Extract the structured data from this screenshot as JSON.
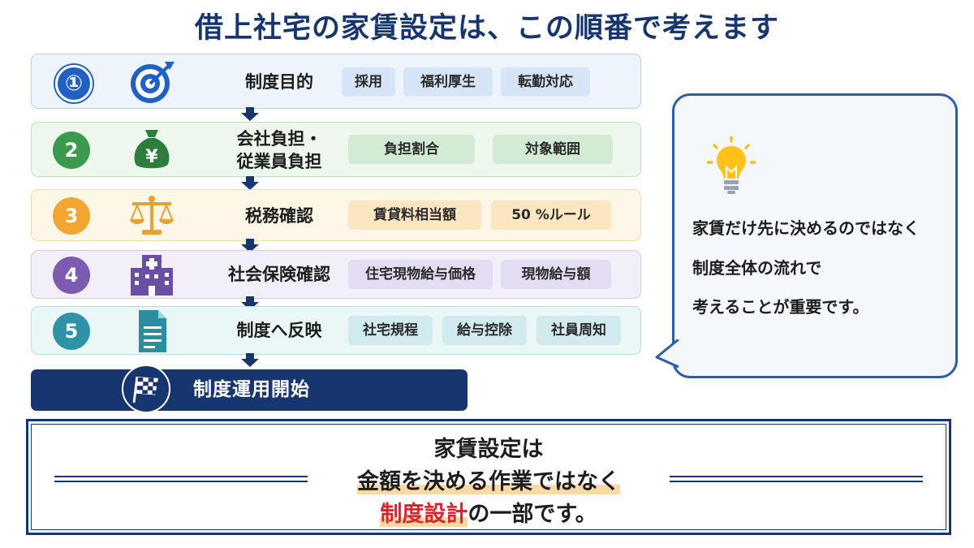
{
  "title": "借上社宅の家賃設定は、この順番で考えます",
  "steps": [
    {
      "num": "①",
      "label": "制度目的",
      "icon": "target-icon",
      "pills": [
        "採用",
        "福利厚生",
        "転勤対応"
      ]
    },
    {
      "num": "2",
      "label": "会社負担・\n従業員負担",
      "icon": "money-bag-icon",
      "pills": [
        "負担割合",
        "対象範囲"
      ]
    },
    {
      "num": "3",
      "label": "税務確認",
      "icon": "scales-icon",
      "pills": [
        "賃貸料相当額",
        "50 %ルール"
      ]
    },
    {
      "num": "4",
      "label": "社会保険確認",
      "icon": "hospital-icon",
      "pills": [
        "住宅現物給与価格",
        "現物給与額"
      ]
    },
    {
      "num": "5",
      "label": "制度へ反映",
      "icon": "document-icon",
      "pills": [
        "社宅規程",
        "給与控除",
        "社員周知"
      ]
    }
  ],
  "final": {
    "label": "制度運用開始",
    "icon": "checkered-flag-icon"
  },
  "bubble": {
    "icon": "lightbulb-icon",
    "lines": [
      "家賃だけ先に決めるのではなく",
      "制度全体の流れで",
      "考えることが重要です。"
    ]
  },
  "summary": {
    "line1": "家賃設定は",
    "line2_red": "金額を決める作業ではなく",
    "line3_red": "制度設計",
    "line3_rest": "の一部です。"
  },
  "colors": {
    "navy": "#17356e",
    "accent_red": "#d9262c",
    "step1": "#2160c4",
    "step2": "#3b9a4e",
    "step3": "#f2a531",
    "step4": "#7c5bb0",
    "step5": "#2e93a6"
  }
}
